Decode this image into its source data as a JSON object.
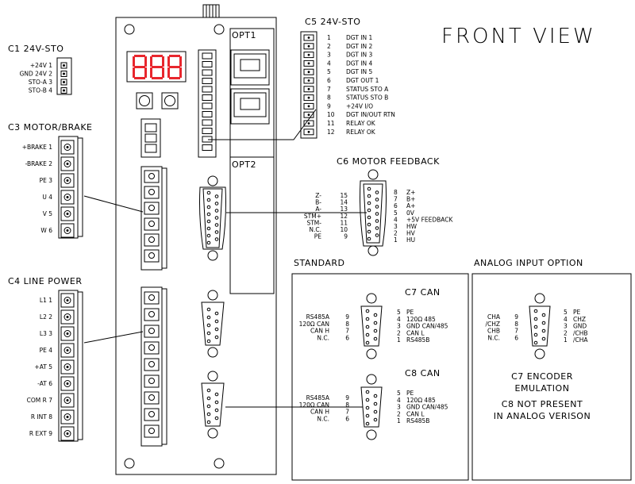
{
  "title": "FRONT VIEW",
  "colors": {
    "display_red": "#e8262d",
    "line": "#000000"
  },
  "c1": {
    "title": "C1 24V-STO",
    "pins": [
      "+24V 1",
      "GND 24V 2",
      "STO-A 3",
      "STO-B 4"
    ]
  },
  "c3": {
    "title": "C3 MOTOR/BRAKE",
    "pins": [
      "+BRAKE 1",
      "-BRAKE 2",
      "PE 3",
      "U 4",
      "V 5",
      "W 6"
    ]
  },
  "c4": {
    "title": "C4 LINE POWER",
    "pins": [
      "L1 1",
      "L2 2",
      "L3 3",
      "PE 4",
      "+AT 5",
      "-AT 6",
      "COM R 7",
      "R INT 8",
      "R EXT 9"
    ]
  },
  "slots": {
    "opt1": "OPT1",
    "opt2": "OPT2"
  },
  "c5": {
    "title": "C5 24V-STO",
    "pins": [
      {
        "n": "1",
        "label": "DGT IN 1"
      },
      {
        "n": "2",
        "label": "DGT IN 2"
      },
      {
        "n": "3",
        "label": "DGT IN 3"
      },
      {
        "n": "4",
        "label": "DGT IN 4"
      },
      {
        "n": "5",
        "label": "DGT IN 5"
      },
      {
        "n": "6",
        "label": "DGT OUT 1"
      },
      {
        "n": "7",
        "label": "STATUS STO A"
      },
      {
        "n": "8",
        "label": "STATUS STO B"
      },
      {
        "n": "9",
        "label": "+24V I/O"
      },
      {
        "n": "10",
        "label": "DGT IN/OUT RTN"
      },
      {
        "n": "11",
        "label": "RELAY OK"
      },
      {
        "n": "12",
        "label": "RELAY OK"
      }
    ]
  },
  "c6": {
    "title": "C6 MOTOR FEEDBACK",
    "left": [
      {
        "label": "Z-",
        "n": "15"
      },
      {
        "label": "B-",
        "n": "14"
      },
      {
        "label": "A-",
        "n": "13"
      },
      {
        "label": "STM+",
        "n": "12"
      },
      {
        "label": "STM-",
        "n": "11"
      },
      {
        "label": "N.C.",
        "n": "10"
      },
      {
        "label": "PE",
        "n": "9"
      }
    ],
    "right": [
      {
        "n": "8",
        "label": "Z+"
      },
      {
        "n": "7",
        "label": "B+"
      },
      {
        "n": "6",
        "label": "A+"
      },
      {
        "n": "5",
        "label": "0V"
      },
      {
        "n": "4",
        "label": "+5V FEEDBACK"
      },
      {
        "n": "3",
        "label": "HW"
      },
      {
        "n": "2",
        "label": "HV"
      },
      {
        "n": "1",
        "label": "HU"
      }
    ]
  },
  "standard": {
    "title": "STANDARD",
    "c7": {
      "title": "C7 CAN",
      "left": [
        {
          "label": "RS485A",
          "n": "9"
        },
        {
          "label": "120Ω CAN",
          "n": "8"
        },
        {
          "label": "CAN H",
          "n": "7"
        },
        {
          "label": "N.C.",
          "n": "6"
        }
      ],
      "right": [
        {
          "n": "5",
          "label": "PE"
        },
        {
          "n": "4",
          "label": "120Ω 485"
        },
        {
          "n": "3",
          "label": "GND CAN/485"
        },
        {
          "n": "2",
          "label": "CAN L"
        },
        {
          "n": "1",
          "label": "RS485B"
        }
      ]
    },
    "c8": {
      "title": "C8 CAN",
      "left": [
        {
          "label": "RS485A",
          "n": "9"
        },
        {
          "label": "120Ω CAN",
          "n": "8"
        },
        {
          "label": "CAN H",
          "n": "7"
        },
        {
          "label": "N.C.",
          "n": "6"
        }
      ],
      "right": [
        {
          "n": "5",
          "label": "PE"
        },
        {
          "n": "4",
          "label": "120Ω 485"
        },
        {
          "n": "3",
          "label": "GND CAN/485"
        },
        {
          "n": "2",
          "label": "CAN L"
        },
        {
          "n": "1",
          "label": "RS485B"
        }
      ]
    }
  },
  "analog": {
    "title": "ANALOG INPUT OPTION",
    "left": [
      {
        "label": "CHA",
        "n": "9"
      },
      {
        "label": "/CHZ",
        "n": "8"
      },
      {
        "label": "CHB",
        "n": "7"
      },
      {
        "label": "N.C.",
        "n": "6"
      }
    ],
    "right": [
      {
        "n": "5",
        "label": "PE"
      },
      {
        "n": "4",
        "label": "CHZ"
      },
      {
        "n": "3",
        "label": "GND"
      },
      {
        "n": "2",
        "label": "/CHB"
      },
      {
        "n": "1",
        "label": "/CHA"
      }
    ],
    "note": [
      "C7 ENCODER",
      "EMULATION",
      "C8 NOT PRESENT",
      "IN ANALOG VERISON"
    ]
  }
}
